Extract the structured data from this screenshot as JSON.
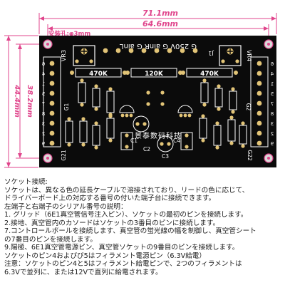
{
  "dimensions": {
    "width_total": "71.1mm",
    "width_holes": "64.6mm",
    "mounting_hole": "安装孔:φ3mm",
    "height_holes": "38.2mm",
    "height_total": "44.4mm"
  },
  "board": {
    "top_silk": "G 250V G ainR G ainL",
    "vr_left": "VR3",
    "vr_right": "VR4",
    "j1": "J1",
    "resistors": [
      "470K",
      "120K",
      "470K"
    ],
    "brand": "景泰数码科技",
    "g1": "G1",
    "g2": "G2",
    "g21": "G21",
    "g22": "G22",
    "pin_labels": [
      "6",
      "4",
      "1",
      "5",
      "7",
      "8",
      "3",
      "2",
      "9"
    ],
    "caps": [
      "C1",
      "C2",
      "C3",
      "C4"
    ]
  },
  "notes": [
    "ソケット接続:",
    "ソケットは、異なる色の延長ケーブルで溶接されており、リードの色に応じて、",
    "ドライバーボード上の対応する番号の付いた端子台に接続できます。",
    "左端子と右端子のシリアル番号の説明：",
    "1. グリッド（6E1真空管信号注入ピン）、ソケットの最初のピンを接続します。",
    "2.接地、真空管内のカソードはソケットの3番目のピンに接続します。",
    "7.コントロールポールを接続します、真空管の蛍光線の幅を制御し、真空管シート",
    "の7番目のピンを接続します。",
    "9.陽極、6E1真空管電源ピン、真空管ソケットの9番目のピンを接続します。",
    "ソケットのピン4およびび5はフィラメント電源ピン（6.3V給電）",
    "注意：ソケットのピン4と5はフィラメント給電ピンで、2つのフィラメントは",
    "6.3Vで並列に、または12Vで直列に給電されます。"
  ],
  "colors": {
    "pcb": "#0b0b0b",
    "silk": "#ffffff",
    "pad": "#e2c477",
    "dimension": "#e0458c",
    "hole": "#d9d9d9"
  }
}
